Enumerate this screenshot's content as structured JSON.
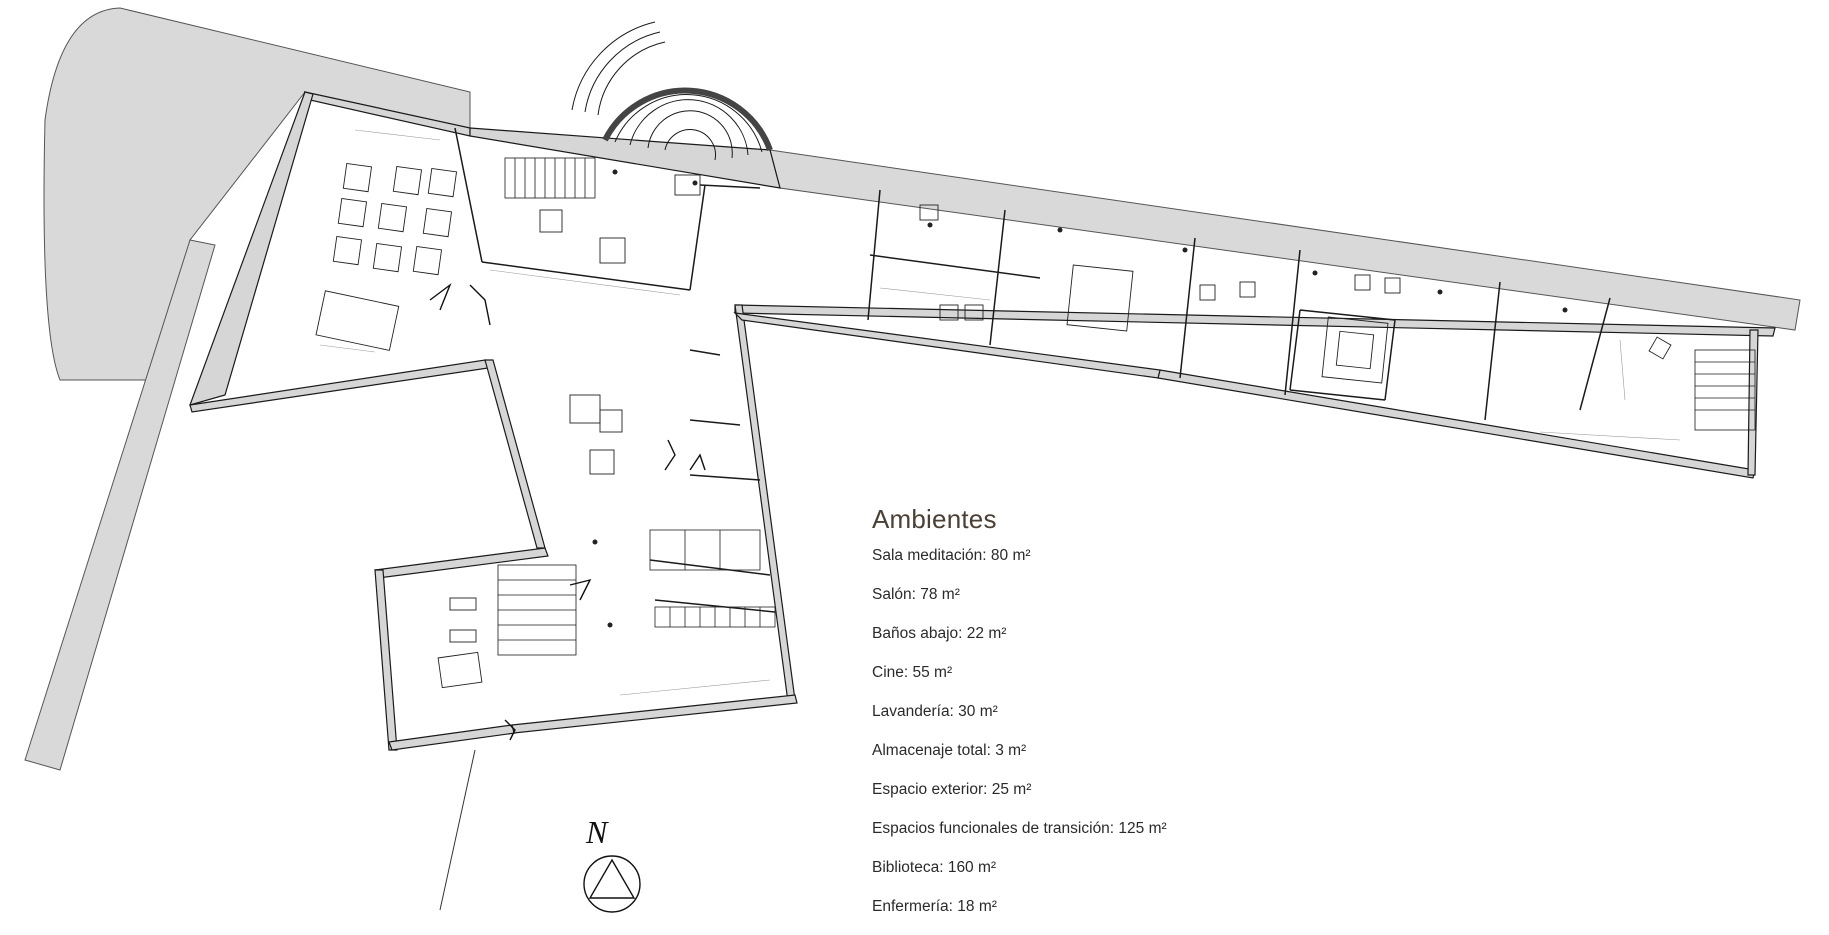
{
  "legend": {
    "title": "Ambientes",
    "items": [
      {
        "label": "Sala meditación: 80 m²"
      },
      {
        "label": "Salón: 78 m²"
      },
      {
        "label": "Baños abajo: 22 m²"
      },
      {
        "label": "Cine: 55 m²"
      },
      {
        "label": "Lavandería: 30 m²"
      },
      {
        "label": "Almacenaje total: 3 m²"
      },
      {
        "label": "Espacio exterior: 25 m²"
      },
      {
        "label": "Espacios funcionales de transición: 125 m²"
      },
      {
        "label": "Biblioteca: 160 m²"
      },
      {
        "label": "Enfermería: 18 m²"
      }
    ]
  },
  "north": {
    "label": "N",
    "icon": "north-arrow-icon"
  },
  "colors": {
    "wall_fill": "#d6d6d6",
    "line": "#1a1a1a",
    "dimension": "#9a9a9a",
    "title": "#4a4036"
  }
}
